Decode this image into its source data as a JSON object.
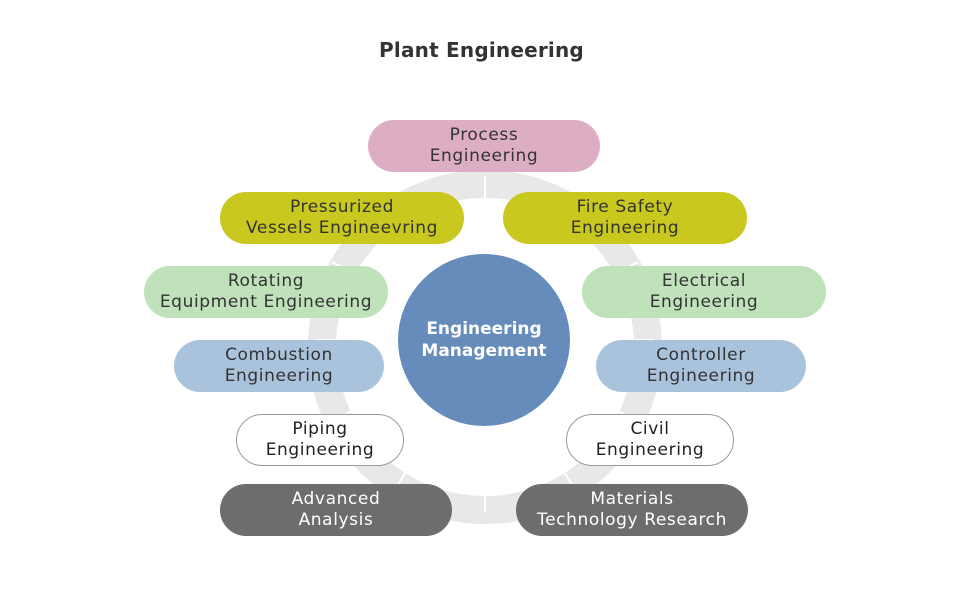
{
  "title": "Plant Engineering",
  "hub": {
    "label": "Engineering\nManagement",
    "color": "#668cbb"
  },
  "nodes": {
    "process": "Process\nEngineering",
    "pressurized": "Pressurized\nVessels Engineevring",
    "fire_safety": "Fire Safety\nEngineering",
    "rotating": "Rotating\nEquipment Engineering",
    "electrical": "Electrical\nEngineering",
    "combustion": "Combustion\nEngineering",
    "controller": "Controller\nEngineering",
    "piping": "Piping\nEngineering",
    "civil": "Civil\nEngineering",
    "advanced": "Advanced\nAnalysis",
    "materials": "Materials\nTechnology Research"
  },
  "colors": {
    "process": "#ddaec3",
    "pressure_fire": "#c8c81e",
    "rotating_electrical": "#bfe2ba",
    "combustion_controller": "#a9c3dd",
    "piping_civil": "#ffffff",
    "advanced_materials": "#6d6d6d",
    "ring": "#e8e8e8"
  }
}
